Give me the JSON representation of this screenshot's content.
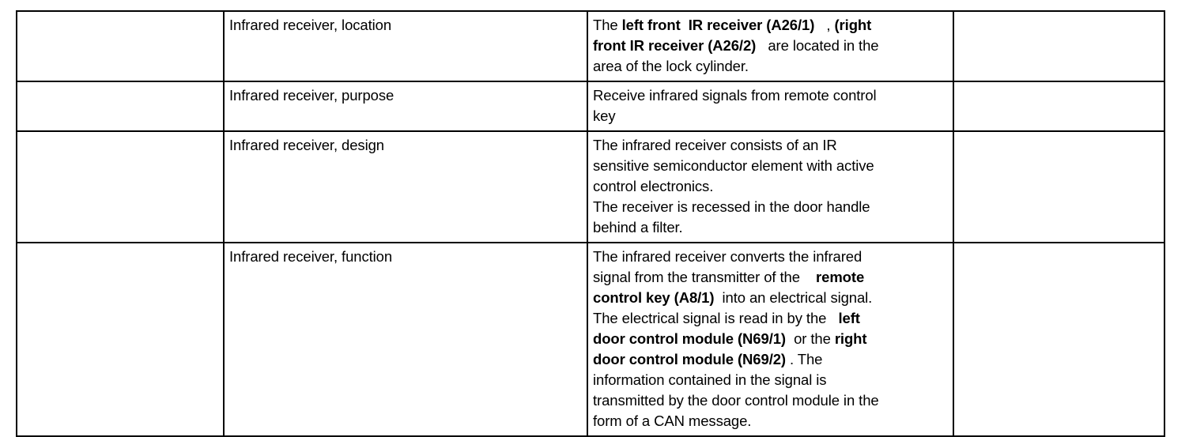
{
  "document": {
    "type": "technical-specification-table",
    "columns": 4,
    "rows": 4
  },
  "table": {
    "rows": [
      {
        "blank_left": "",
        "label": "Infrared receiver, location",
        "description_plain": "The left front IR receiver (A26/1) , (right front IR receiver (A26/2) are located in the area of the lock cylinder.",
        "description_lines": [
          [
            {
              "text": "The ",
              "bold": false
            },
            {
              "text": "left front ",
              "bold": true
            },
            {
              "text": " ",
              "bold": false
            },
            {
              "text": "IR receiver (A26/1) ",
              "bold": true
            },
            {
              "text": "  , ",
              "bold": false
            },
            {
              "text": "(right",
              "bold": true
            }
          ],
          [
            {
              "text": "front IR receiver (A26/2) ",
              "bold": true
            },
            {
              "text": "  are located in the",
              "bold": false
            }
          ],
          [
            {
              "text": "area of the lock cylinder.",
              "bold": false
            }
          ]
        ],
        "blank_right": ""
      },
      {
        "blank_left": "",
        "label": "Infrared receiver, purpose",
        "description_plain": "Receive infrared signals from remote control key",
        "description_lines": [
          [
            {
              "text": "Receive infrared signals from remote control",
              "bold": false
            }
          ],
          [
            {
              "text": "key",
              "bold": false
            }
          ]
        ],
        "blank_right": ""
      },
      {
        "blank_left": "",
        "label": "Infrared receiver, design",
        "description_plain": "The infrared receiver consists of an IR sensitive semiconductor element with active control electronics. The receiver is recessed in the door handle behind a filter.",
        "description_lines": [
          [
            {
              "text": "The infrared receiver consists of an IR",
              "bold": false
            }
          ],
          [
            {
              "text": "sensitive semiconductor element with active",
              "bold": false
            }
          ],
          [
            {
              "text": "control electronics.",
              "bold": false
            }
          ],
          [
            {
              "text": "The receiver is recessed in the door handle",
              "bold": false
            }
          ],
          [
            {
              "text": "behind a filter.",
              "bold": false
            }
          ]
        ],
        "blank_right": ""
      },
      {
        "blank_left": "",
        "label": "Infrared receiver, function",
        "description_plain": "The infrared receiver converts the infrared signal from the transmitter of the remote control key (A8/1) into an electrical signal. The electrical signal is read in by the left door control module (N69/1) or the right door control module (N69/2) . The information contained in the signal is transmitted by the door control module in the form of a CAN message.",
        "description_lines": [
          [
            {
              "text": "The infrared receiver converts the infrared",
              "bold": false
            }
          ],
          [
            {
              "text": "signal from the transmitter of the ",
              "bold": false
            },
            {
              "text": "   ",
              "bold": false
            },
            {
              "text": "remote",
              "bold": true
            }
          ],
          [
            {
              "text": "control key (A8/1) ",
              "bold": true
            },
            {
              "text": " into an electrical signal.",
              "bold": false
            }
          ],
          [
            {
              "text": "The electrical signal is read in by the ",
              "bold": false
            },
            {
              "text": "  ",
              "bold": false
            },
            {
              "text": "left",
              "bold": true
            }
          ],
          [
            {
              "text": "door control module (N69/1) ",
              "bold": true
            },
            {
              "text": " or the ",
              "bold": false
            },
            {
              "text": "right",
              "bold": true
            }
          ],
          [
            {
              "text": "door control module (N69/2)",
              "bold": true
            },
            {
              "text": " . The",
              "bold": false
            }
          ],
          [
            {
              "text": "information contained in the signal is",
              "bold": false
            }
          ],
          [
            {
              "text": "transmitted by the door control module in the",
              "bold": false
            }
          ],
          [
            {
              "text": "form of a CAN message.",
              "bold": false
            }
          ]
        ],
        "blank_right": ""
      }
    ]
  },
  "style": {
    "border_color": "#000000",
    "text_color": "#000000",
    "background": "#ffffff"
  }
}
